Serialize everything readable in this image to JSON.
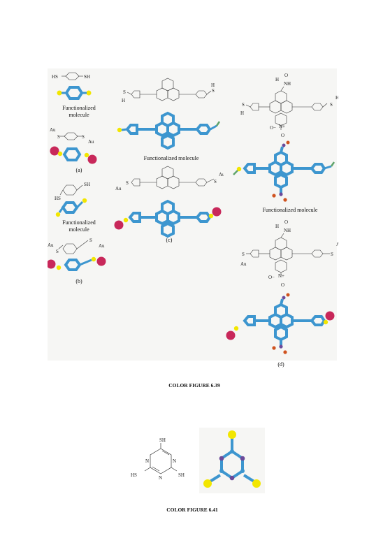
{
  "figure639": {
    "caption": "COLOR FIGURE 6.39",
    "panel_a": {
      "mol_label_1": "Functionalized",
      "mol_label_2": "molecule",
      "sub": "(a)"
    },
    "panel_b": {
      "mol_label_1": "Functionalized",
      "mol_label_2": "molecule",
      "sub": "(b)"
    },
    "panel_c": {
      "mol_label": "Functionalized molecule",
      "sub": "(c)"
    },
    "panel_d": {
      "mol_label": "Functionalized molecule",
      "sub": "(d)"
    },
    "atoms": {
      "hs": "HS",
      "sh": "SH",
      "s": "S",
      "h": "H",
      "au": "Au",
      "nh": "NH",
      "o": "O",
      "h_top": "H",
      "o_minus": "O−",
      "n_plus": "N+"
    }
  },
  "figure641": {
    "caption": "COLOR FIGURE 6.41",
    "atoms": {
      "sh": "SH",
      "hs": "HS",
      "n": "N"
    }
  },
  "colors": {
    "carbon": "#3d96cf",
    "sulfur": "#f2e600",
    "gold": "#c8285a",
    "oxygen": "#d0531f",
    "nitrogen": "#6b4a9a",
    "panel_bg": "#f6f6f4",
    "bond_line": "#333333"
  }
}
